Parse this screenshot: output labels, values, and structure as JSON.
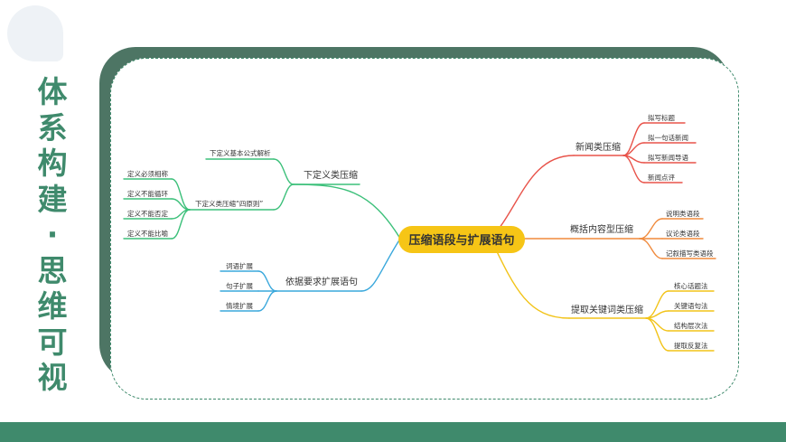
{
  "side_title": [
    "体",
    "系",
    "构",
    "建",
    "·",
    "思",
    "维",
    "可",
    "视"
  ],
  "mindmap": {
    "center": "压缩语段与扩展语句",
    "branches": {
      "news": {
        "label": "新闻类压缩",
        "color": "#e8534a",
        "items": [
          "拟写标题",
          "拟一句话新闻",
          "拟写新闻导语",
          "新闻点评"
        ]
      },
      "summary": {
        "label": "概括内容型压缩",
        "color": "#f08a3c",
        "items": [
          "说明类语段",
          "议论类语段",
          "记叙描写类语段"
        ]
      },
      "keyword": {
        "label": "提取关键词类压缩",
        "color": "#f2c318",
        "items": [
          "核心话题法",
          "关键语句法",
          "结构层次法",
          "提取反复法"
        ]
      },
      "definition": {
        "label": "下定义类压缩",
        "color": "#3cc07a",
        "sub1": "下定义基本公式解析",
        "sub2": "下定义类压缩“四原则”",
        "items": [
          "定义必须相称",
          "定义不能循环",
          "定义不能否定",
          "定义不能比喻"
        ]
      },
      "expand": {
        "label": "依据要求扩展语句",
        "color": "#3aa8dc",
        "items": [
          "词语扩展",
          "句子扩展",
          "情境扩展"
        ]
      }
    }
  }
}
